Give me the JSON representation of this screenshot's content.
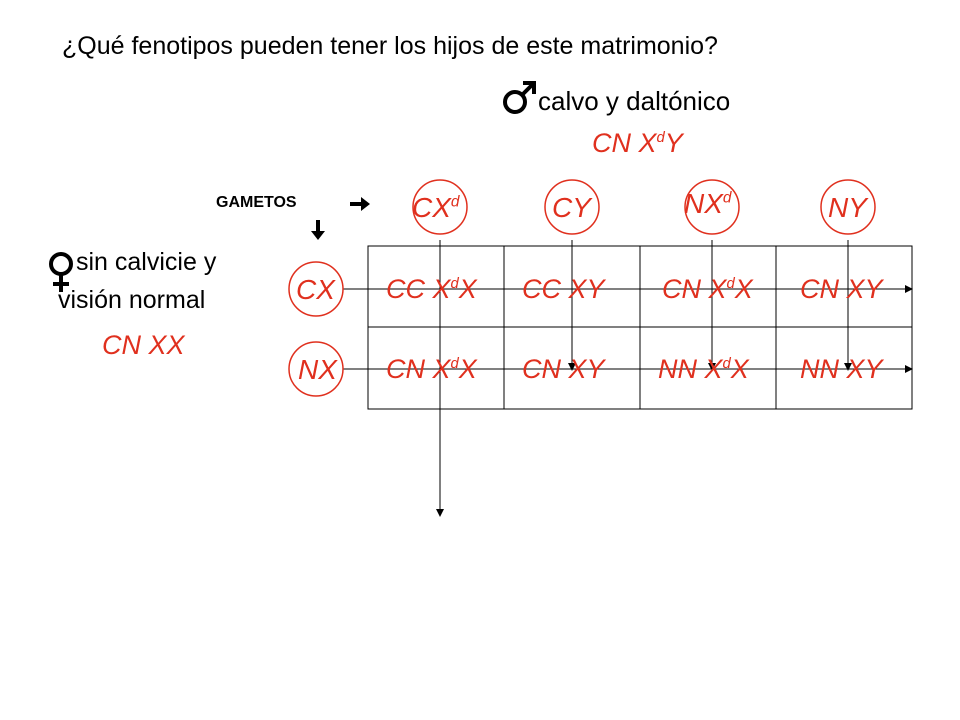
{
  "title": "¿Qué fenotipos pueden tener los hijos de este matrimonio?",
  "male": {
    "symbol": "♂",
    "label": "calvo y daltónico",
    "genotype": {
      "base": "CN X",
      "sup": "d",
      "tail": "Y"
    }
  },
  "female": {
    "symbol": "♀",
    "label_line1": "sin calvicie y",
    "label_line2": "visión normal",
    "genotype": "CN XX"
  },
  "gametos_label": "GAMETOS",
  "icons": {
    "right": "arrow-right-icon",
    "down": "arrow-down-icon"
  },
  "male_gametes": [
    {
      "base": "CX",
      "sup": "d"
    },
    {
      "base": "CY",
      "sup": ""
    },
    {
      "base": "NX",
      "sup": "d"
    },
    {
      "base": "NY",
      "sup": ""
    }
  ],
  "female_gametes": [
    {
      "base": "CX"
    },
    {
      "base": "NX"
    }
  ],
  "grid": [
    [
      {
        "pre": "CC X",
        "sup": "d",
        "post": "X"
      },
      {
        "pre": "CC XY",
        "sup": "",
        "post": ""
      },
      {
        "pre": "CN X",
        "sup": "d",
        "post": "X"
      },
      {
        "pre": "CN XY",
        "sup": "",
        "post": ""
      }
    ],
    [
      {
        "pre": "CN X",
        "sup": "d",
        "post": "X"
      },
      {
        "pre": "CN XY",
        "sup": "",
        "post": ""
      },
      {
        "pre": "NN X",
        "sup": "d",
        "post": "X"
      },
      {
        "pre": "NN XY",
        "sup": "",
        "post": ""
      }
    ]
  ],
  "colors": {
    "red": "#e0301e",
    "black": "#000000"
  }
}
